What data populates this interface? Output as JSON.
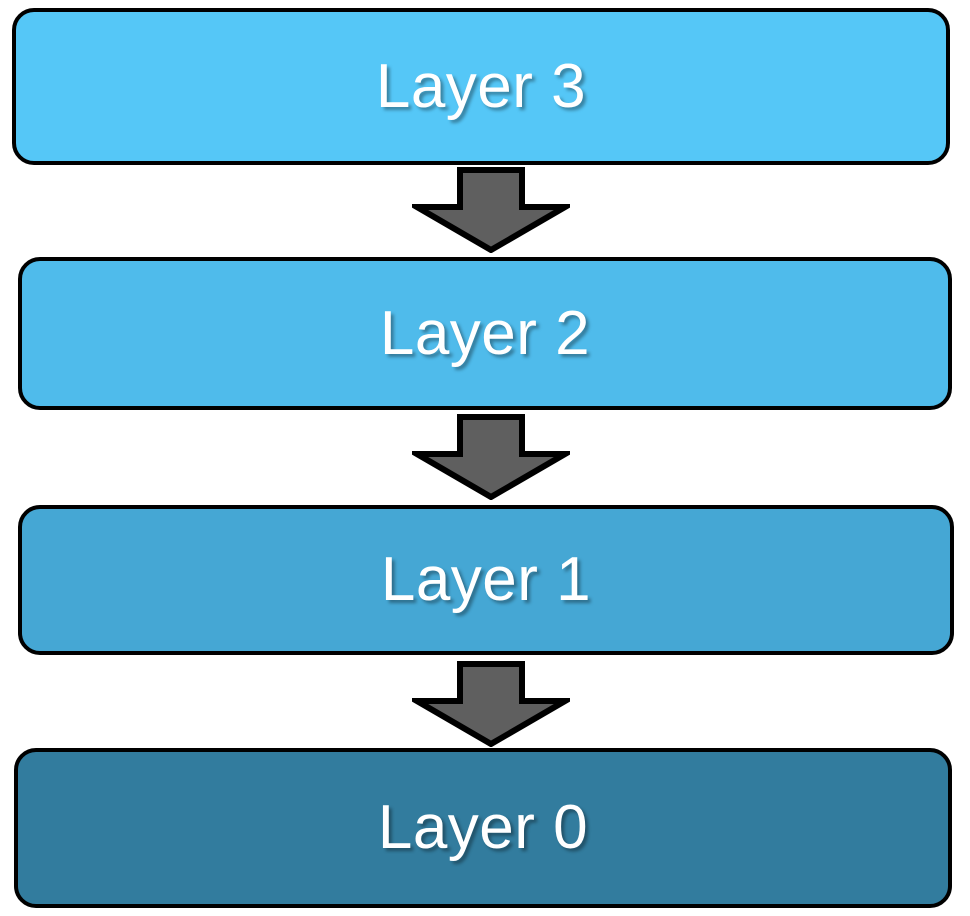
{
  "diagram": {
    "title": "Layer stack diagram",
    "orientation": "vertical-top-down",
    "background_color": "#ffffff",
    "border_color": "#000000",
    "label_color": "#ffffff",
    "arrow_fill_color": "#5f5f5f",
    "arrow_outline_color": "#000000",
    "layers": [
      {
        "label": "Layer 3",
        "color": "#55c7f7",
        "index": 3
      },
      {
        "label": "Layer 2",
        "color": "#4fbbeb",
        "index": 2
      },
      {
        "label": "Layer 1",
        "color": "#45a7d4",
        "index": 1
      },
      {
        "label": "Layer 0",
        "color": "#327c9e",
        "index": 0
      }
    ],
    "arrows": [
      {
        "from": "Layer 3",
        "to": "Layer 2",
        "direction": "down"
      },
      {
        "from": "Layer 2",
        "to": "Layer 1",
        "direction": "down"
      },
      {
        "from": "Layer 1",
        "to": "Layer 0",
        "direction": "down"
      }
    ]
  }
}
